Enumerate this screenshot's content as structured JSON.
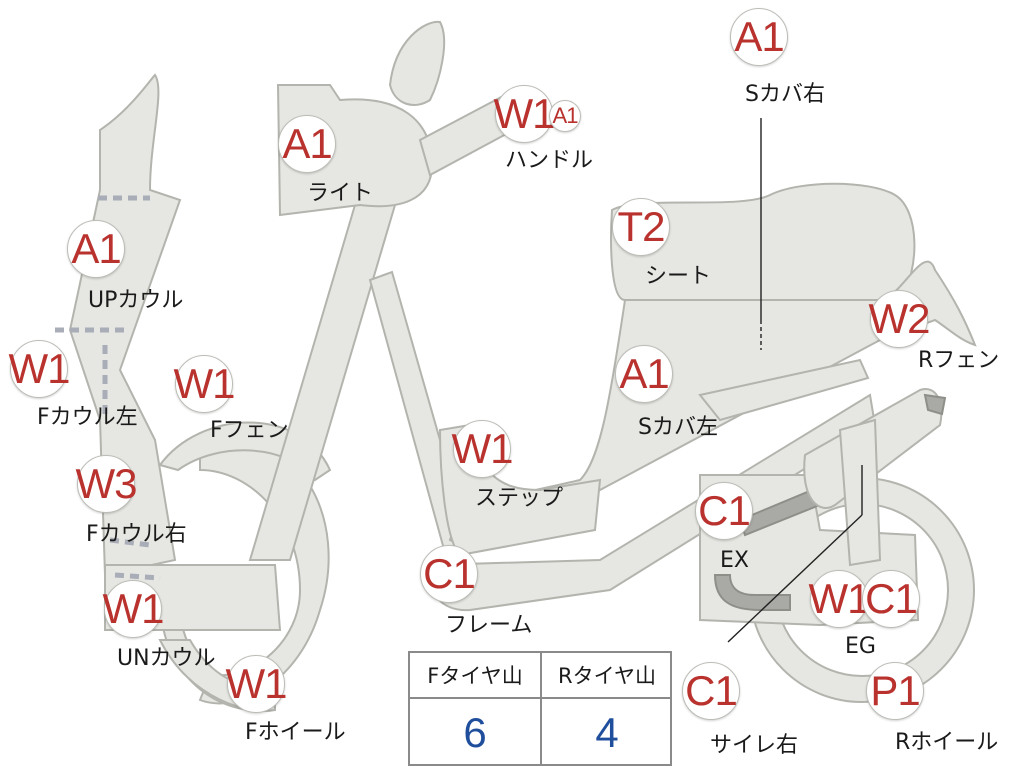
{
  "labels": {
    "s_cover_right": "Sカバ右",
    "handle": "ハンドル",
    "light": "ライト",
    "seat": "シート",
    "up_cowl": "UPカウル",
    "r_fender": "Rフェン",
    "f_cowl_left": "Fカウル左",
    "f_fender": "Fフェン",
    "s_cover_left": "Sカバ左",
    "step": "ステップ",
    "f_cowl_right": "Fカウル右",
    "ex": "EX",
    "frame": "フレーム",
    "eg": "EG",
    "un_cowl": "UNカウル",
    "f_wheel": "Fホイール",
    "muffler_right": "サイレ右",
    "r_wheel": "Rホイール"
  },
  "codes": {
    "s_cover_right": "A1",
    "handle_1": "W1",
    "handle_2": "A1",
    "light": "A1",
    "seat": "T2",
    "up_cowl": "A1",
    "r_fender": "W2",
    "f_cowl_left": "W1",
    "f_fender": "W1",
    "s_cover_left": "A1",
    "step": "W1",
    "f_cowl_right": "W3",
    "ex": "C1",
    "frame": "C1",
    "eg_1": "W1",
    "eg_2": "C1",
    "un_cowl": "W1",
    "f_wheel": "W1",
    "muffler_right": "C1",
    "r_wheel": "P1"
  },
  "tire_table": {
    "headers": [
      "Fタイヤ山",
      "Rタイヤ山"
    ],
    "values": [
      "6",
      "4"
    ]
  },
  "colors": {
    "code_text": "#b9322e",
    "value_text": "#1f4e9c",
    "part_fill": "#e6e6e2"
  }
}
